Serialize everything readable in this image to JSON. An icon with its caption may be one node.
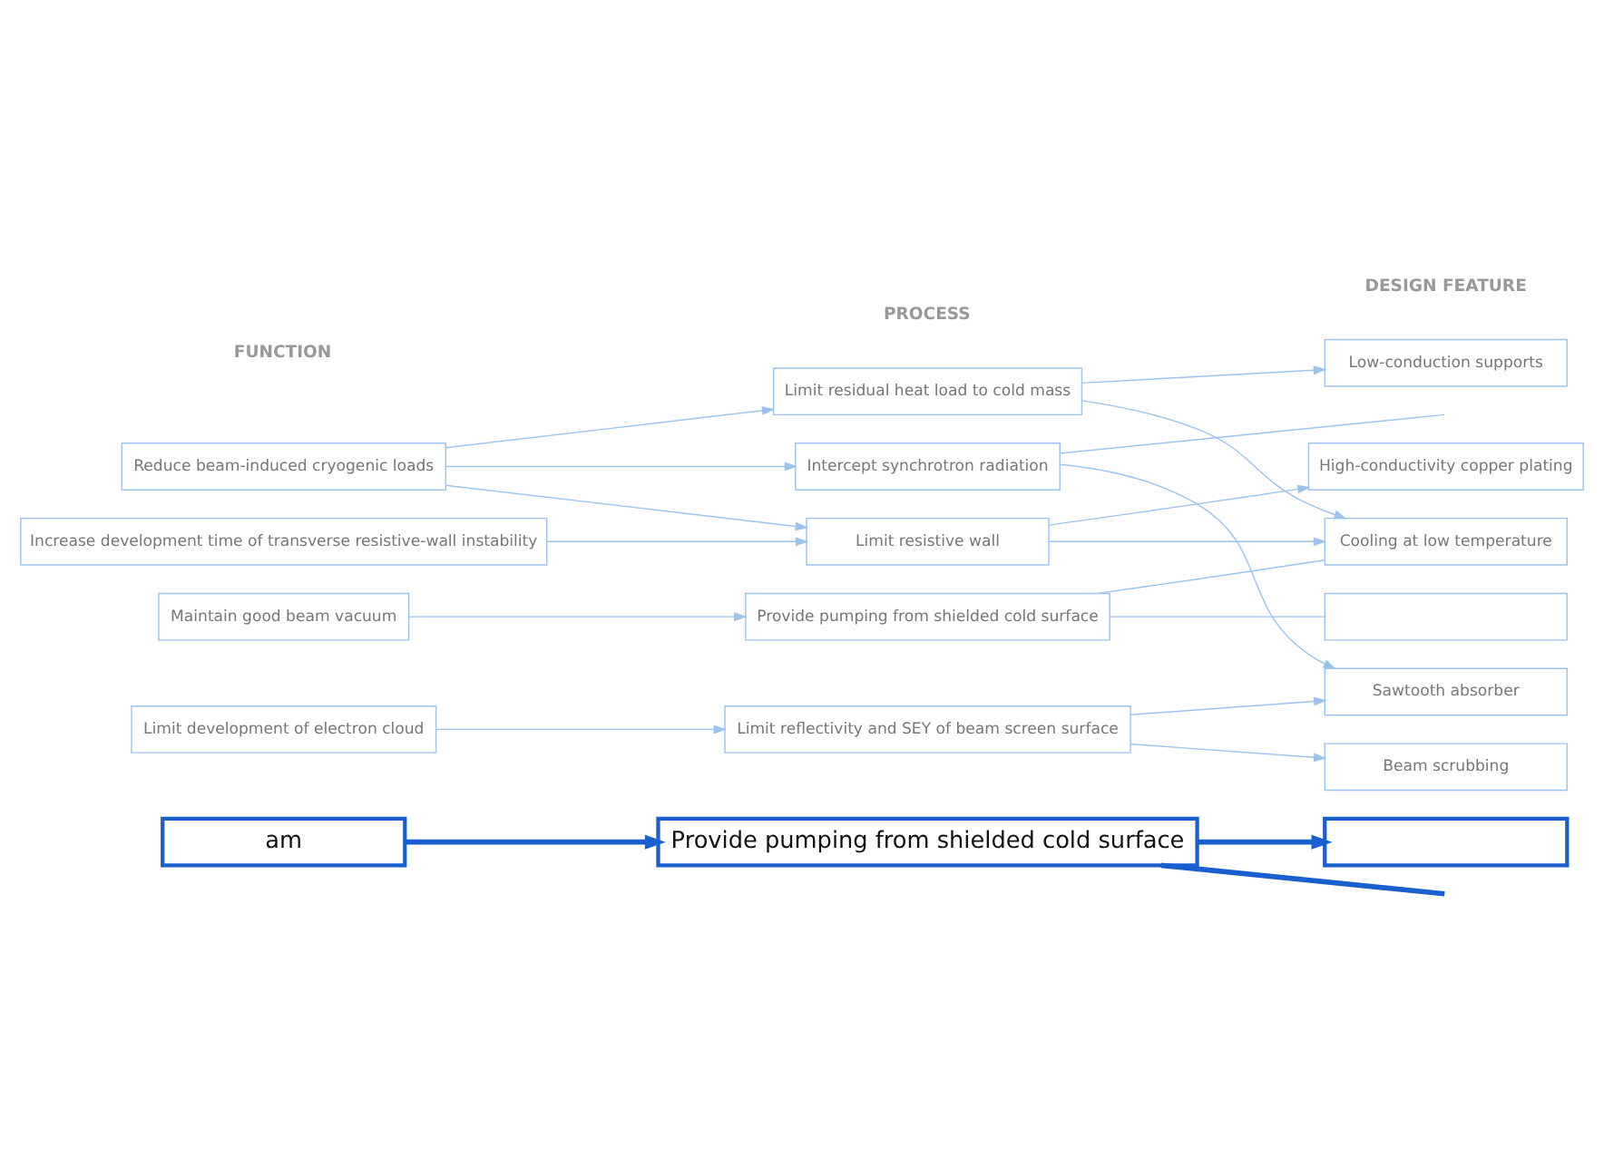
{
  "diagram": {
    "nodes": [
      {
        "text": [
          "Reduce beam-induced cryogenic loads"
        ]
      },
      {
        "text": [
          "Increase development time of transverse resistive-wall instability"
        ]
      },
      {
        "text": [
          "Maintain good beam vacuum"
        ]
      },
      {
        "text": [
          "Limit development of electron cloud"
        ]
      },
      {
        "text": [
          "Limit residual heat load to cold mass"
        ]
      },
      {
        "text": [
          "Intercept synchrotron radiation"
        ]
      },
      {
        "text": [
          "Limit resistive wall"
        ]
      },
      {
        "text": [
          "Provide pumping from shielded cold surface"
        ]
      },
      {
        "text": [
          "Limit reflectivity and SEY of beam screen surface"
        ]
      },
      {
        "text": [
          "Low-conduction supports"
        ]
      },
      {
        "text": [
          "High-conductivity copper plating"
        ]
      },
      {
        "text": [
          "Cooling at low temperature"
        ]
      },
      {
        "text": [],
        "shape": "box"
      },
      {
        "text": [
          "Sawtooth absorber"
        ]
      },
      {
        "text": [
          "Beam scrubbing"
        ]
      },
      {
        "text": [
          "am"
        ]
      },
      {
        "text": [
          "Provide pumping from shielded cold surface"
        ]
      },
      {
        "text": [],
        "shape": "box"
      }
    ],
    "edges": [
      {
        "from": 0,
        "to": 4,
        "arrow": "to"
      },
      {
        "from": 0,
        "to": 5,
        "arrow": "to"
      },
      {
        "from": 0,
        "to": 6,
        "arrow": "to"
      },
      {
        "from": 1,
        "to": 6,
        "arrow": "to"
      },
      {
        "from": 2,
        "to": 7,
        "arrow": "to"
      },
      {
        "from": 3,
        "to": 8,
        "arrow": "to"
      },
      {
        "from": 4,
        "to": 9,
        "arrow": "to"
      },
      {
        "from": 4,
        "to": 11,
        "arrow": "to"
      },
      {
        "from": 6,
        "to": 10,
        "arrow": "to"
      },
      {
        "from": 6,
        "to": 11,
        "arrow": "to"
      },
      {
        "from": 5,
        "to": 13,
        "arrow": "to"
      },
      {
        "from": 5,
        "to": null,
        "arrow": "none"
      },
      {
        "from": 7,
        "to": 11,
        "arrow": "none"
      },
      {
        "from": 7,
        "to": 12,
        "arrow": "none"
      },
      {
        "from": 8,
        "to": 13,
        "arrow": "to"
      },
      {
        "from": 8,
        "to": 14,
        "arrow": "to"
      },
      {
        "from": 15,
        "to": 16,
        "arrow": "to",
        "style": "thick",
        "color": "#1a5fd0"
      },
      {
        "from": 16,
        "to": 17,
        "arrow": "to",
        "style": "thick",
        "color": "#1a5fd0"
      },
      {
        "from": 16,
        "to": null,
        "arrow": "none",
        "style": "thick",
        "color": "#1a5fd0"
      }
    ],
    "labels": [
      "FUNCTION",
      "PROCESS",
      "DESIGN FEATURE"
    ]
  }
}
